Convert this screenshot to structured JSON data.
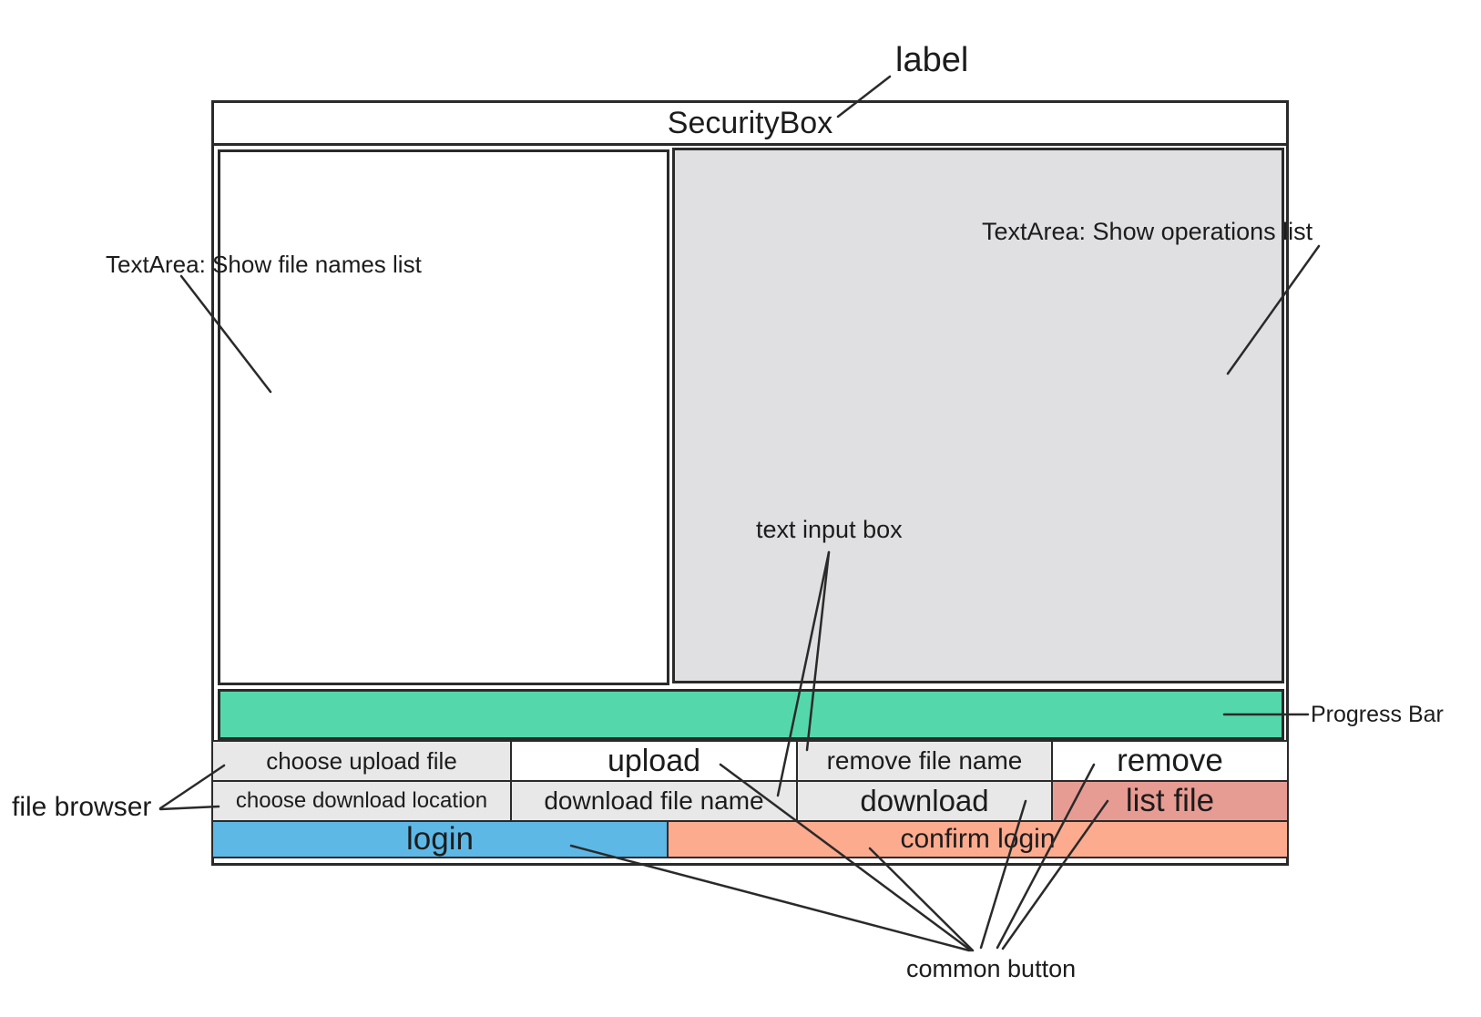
{
  "window": {
    "title": "SecurityBox"
  },
  "progress": {
    "value": 1.0,
    "fill_color": "#54d8ab"
  },
  "buttons": {
    "choose_upload": "choose upload file",
    "upload": "upload",
    "remove_file_name": "remove file name",
    "remove": "remove",
    "choose_download": "choose download location",
    "download_file_name": "download file name",
    "download": "download",
    "list_file": "list file",
    "login": "login",
    "confirm_login": "confirm login"
  },
  "annotations": {
    "label": "label",
    "file_names_area": "TextArea: Show file names list",
    "operations_area": "TextArea: Show operations list",
    "text_input_box": "text input box",
    "progress_bar": "Progress Bar",
    "file_browser": "file browser",
    "common_button": "common button"
  },
  "colors": {
    "panel_right": "#e0e0e3",
    "button_grey": "#e8e8e8",
    "list_file": "#e79c93",
    "login": "#5db8e6",
    "confirm_login": "#fdab8f"
  }
}
